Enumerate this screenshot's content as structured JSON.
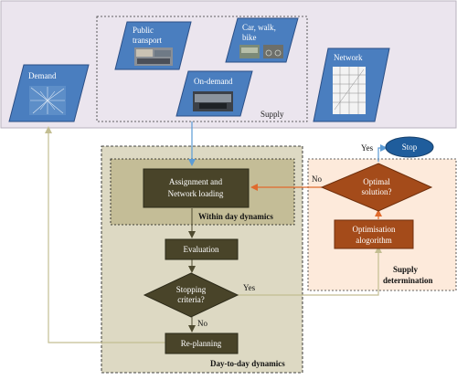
{
  "diagram": {
    "demand": {
      "label": "Demand"
    },
    "supply": {
      "label": "Supply",
      "public_transport": {
        "label_line1": "Public",
        "label_line2": "transport"
      },
      "car_walk_bike": {
        "label_line1": "Car,  walk,",
        "label_line2": "bike"
      },
      "on_demand": {
        "label": "On-demand"
      }
    },
    "network": {
      "label": "Network"
    },
    "within_day": {
      "label": "Within day dynamics",
      "assignment": {
        "label_line1": "Assignment and",
        "label_line2": "Network loading"
      }
    },
    "day_to_day": {
      "label": "Day-to-day dynamics",
      "evaluation": {
        "label": "Evaluation"
      },
      "stopping": {
        "label_line1": "Stopping",
        "label_line2": "criteria?"
      },
      "replanning": {
        "label": "Re-planning"
      }
    },
    "supply_determination": {
      "label_line1": "Supply",
      "label_line2": "determination",
      "optimal": {
        "label_line1": "Optimal",
        "label_line2": "solution?"
      },
      "optimisation": {
        "label_line1": "Optimisation",
        "label_line2": "alogorithm"
      },
      "stop": {
        "label": "Stop"
      }
    },
    "edges": {
      "yes": "Yes",
      "no": "No"
    },
    "colors": {
      "parallelogram_fill": "#4a7ebf",
      "parallelogram_stroke": "#2b4f86",
      "top_region_bg": "#ebe5ee",
      "day_to_day_bg": "#ddd9c3",
      "within_day_bg": "#c4bd97",
      "process_box": "#494429",
      "optimal_fill": "#a44b1a",
      "supply_det_bg": "#fdeadb",
      "stop_fill": "#1f5d9c",
      "blue_arrow": "#5b9bd5",
      "orange_arrow": "#e06a2c",
      "olive_arrow": "#c3be92",
      "dark_arrow": "#4f4b30"
    }
  }
}
